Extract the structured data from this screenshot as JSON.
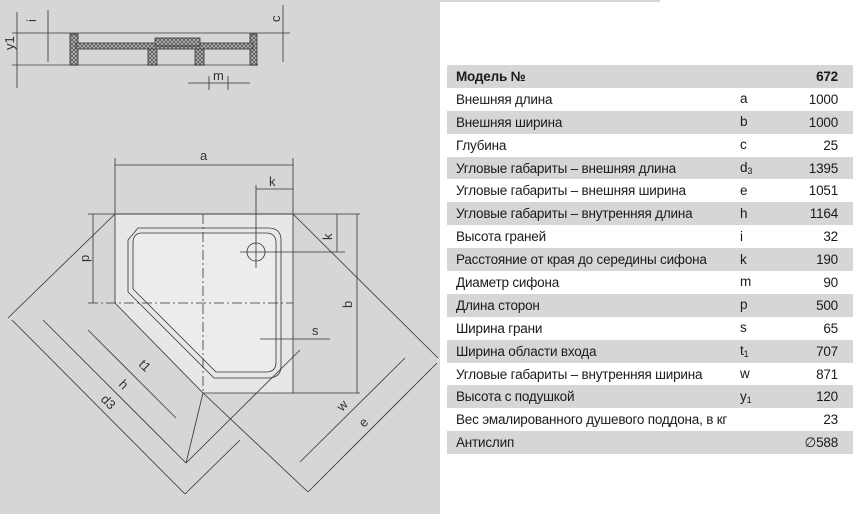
{
  "drawing": {
    "labels": {
      "a": "a",
      "b": "b",
      "c": "c",
      "i": "i",
      "k": "k",
      "m": "m",
      "p": "p",
      "s": "s",
      "t1": "t1",
      "h": "h",
      "d3": "d3",
      "w": "w",
      "e": "e",
      "y1": "y1"
    }
  },
  "table": {
    "header": {
      "label": "Модель №",
      "symbol": "",
      "value": "672"
    },
    "rows": [
      {
        "label": "Внешняя длина",
        "symbol": "a",
        "sub": "",
        "value": "1000"
      },
      {
        "label": "Внешняя ширина",
        "symbol": "b",
        "sub": "",
        "value": "1000"
      },
      {
        "label": "Глубина",
        "symbol": "c",
        "sub": "",
        "value": "25"
      },
      {
        "label": "Угловые габариты – внешняя длина",
        "symbol": "d",
        "sub": "3",
        "value": "1395"
      },
      {
        "label": "Угловые габариты – внешняя ширина",
        "symbol": "e",
        "sub": "",
        "value": "1051"
      },
      {
        "label": "Угловые габариты – внутренняя длина",
        "symbol": "h",
        "sub": "",
        "value": "1164"
      },
      {
        "label": "Высота граней",
        "symbol": "i",
        "sub": "",
        "value": "32"
      },
      {
        "label": "Расстояние от края до середины сифона",
        "symbol": "k",
        "sub": "",
        "value": "190"
      },
      {
        "label": "Диаметр сифона",
        "symbol": "m",
        "sub": "",
        "value": "90"
      },
      {
        "label": "Длина сторон",
        "symbol": "p",
        "sub": "",
        "value": "500"
      },
      {
        "label": "Ширина грани",
        "symbol": "s",
        "sub": "",
        "value": "65"
      },
      {
        "label": "Ширина области входа",
        "symbol": "t",
        "sub": "1",
        "value": "707"
      },
      {
        "label": "Угловые габариты – внутренняя ширина",
        "symbol": "w",
        "sub": "",
        "value": "871"
      },
      {
        "label": "Высота с подушкой",
        "symbol": "y",
        "sub": "1",
        "value": "120"
      },
      {
        "label": "Вес эмалированного душевого поддона, в кг",
        "symbol": "",
        "sub": "",
        "value": "23"
      },
      {
        "label": "Антислип",
        "symbol": "",
        "sub": "",
        "value": "∅588"
      }
    ]
  }
}
